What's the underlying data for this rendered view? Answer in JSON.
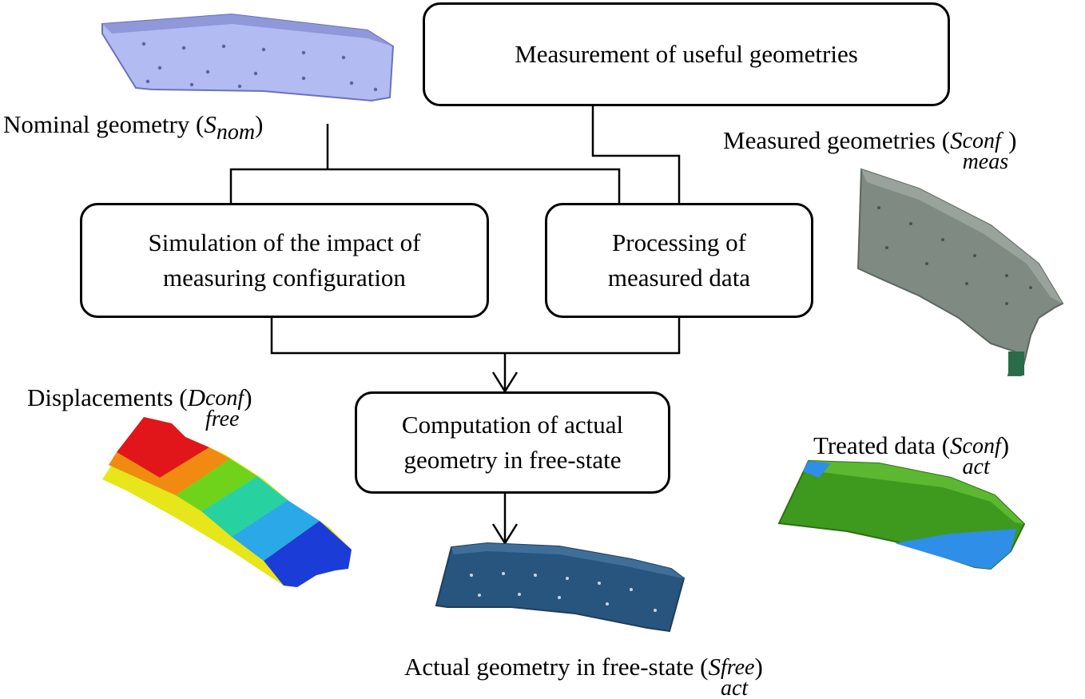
{
  "boxes": {
    "measurement": "Measurement of useful geometries",
    "simulation_line1": "Simulation of the impact of",
    "simulation_line2": "measuring configuration",
    "processing_line1": "Processing of",
    "processing_line2": "measured data",
    "computation_line1": "Computation of actual",
    "computation_line2": "geometry in free-state"
  },
  "labels": {
    "nominal": {
      "text": "Nominal geometry (",
      "symbol": "S",
      "sub": "nom",
      "close": ")"
    },
    "measured": {
      "text": "Measured geometries (",
      "symbol": "S",
      "sup": "conf",
      "sub": "meas",
      "close": ")"
    },
    "displacements": {
      "text": "Displacements (",
      "symbol": "D",
      "sup": "conf",
      "sub": "free",
      "close": ")"
    },
    "treated": {
      "text": "Treated data (",
      "symbol": "S",
      "sup": "conf",
      "sub": "act",
      "close": ")"
    },
    "actual": {
      "text": "Actual geometry in free-state (",
      "symbol": "S",
      "sup": "free",
      "sub": "act",
      "close": ")"
    }
  },
  "images": {
    "nominal": {
      "icon": "nominal-part-image",
      "color": "#aab4f0"
    },
    "measured": {
      "icon": "measured-part-image",
      "color": "#7d8a80"
    },
    "displacements": {
      "icon": "displacement-field-image",
      "colors": [
        "#e0161a",
        "#f08a10",
        "#e8e816",
        "#6fd31b",
        "#28d2a0",
        "#2aa8e8",
        "#1c3cd8"
      ]
    },
    "treated": {
      "icon": "treated-part-image",
      "colors": [
        "#3f9a1f",
        "#2e8ee8"
      ]
    },
    "actual": {
      "icon": "actual-part-image",
      "color": "#28557e"
    }
  }
}
